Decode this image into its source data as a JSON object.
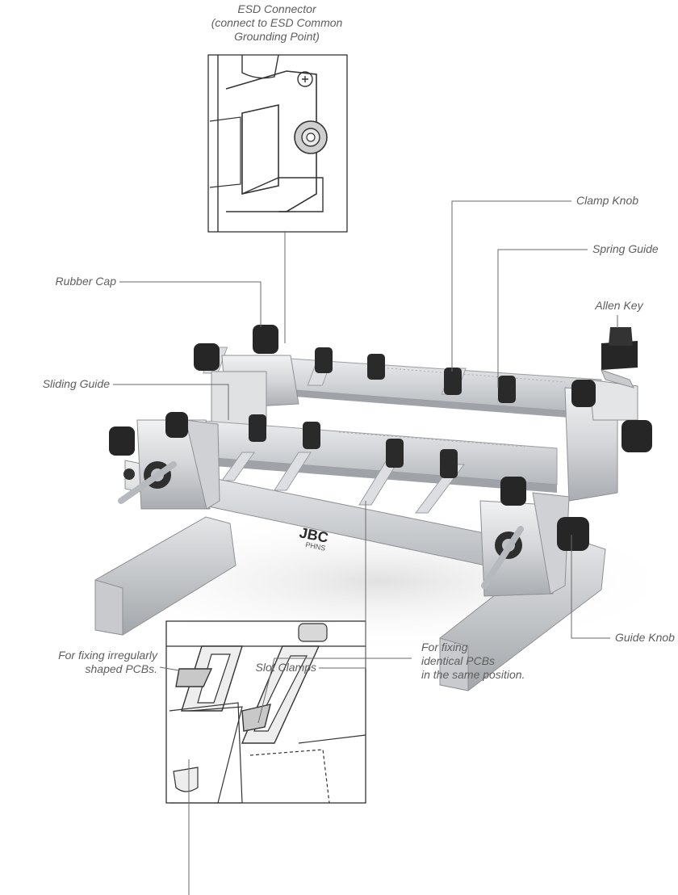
{
  "labels": {
    "esd_connector": [
      "ESD Connector",
      "(connect to ESD Common",
      "Grounding Point)"
    ],
    "clamp_knob": "Clamp Knob",
    "spring_guide": "Spring Guide",
    "rubber_cap": "Rubber Cap",
    "allen_key": "Allen Key",
    "sliding_guide": "Sliding Guide",
    "slot_clamps": "Slot Clamps",
    "guide_knob": "Guide Knob",
    "irregular_pcbs": [
      "For fixing irregularly",
      "shaped PCBs."
    ],
    "identical_pcbs": [
      "For fixing",
      "identical PCBs",
      "in the same position."
    ]
  },
  "device": {
    "brand": "JBC",
    "model": "PHNS"
  },
  "colors": {
    "label_text": "#5e5e5e",
    "leader_line": "#6a6a6a",
    "metal_light": "#e6e7e9",
    "metal_mid": "#c4c6c9",
    "metal_dark": "#8e9094",
    "knob": "#262626",
    "inset_border": "#222222"
  }
}
